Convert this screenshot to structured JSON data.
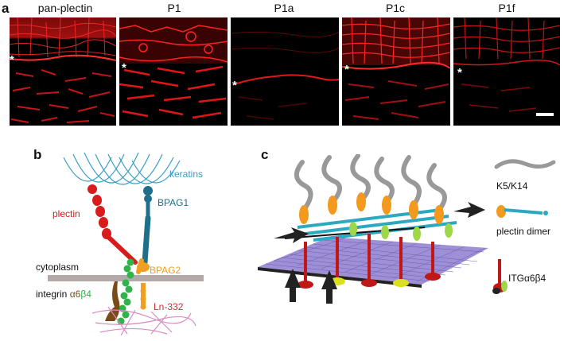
{
  "figure": {
    "panel_a": {
      "letter": "a",
      "columns": [
        "pan-plectin",
        "P1",
        "P1a",
        "P1c",
        "P1f"
      ],
      "marker": "*"
    },
    "panel_b": {
      "letter": "b",
      "labels": {
        "keratins": "keratins",
        "bpag1": "BPAG1",
        "plectin": "plectin",
        "cytoplasm": "cytoplasm",
        "bpag2": "BPAG2",
        "integrin_prefix": "integrin",
        "integrin_alpha": "α6",
        "integrin_beta": "β4",
        "ln332": "Ln-332"
      }
    },
    "panel_c": {
      "letter": "c",
      "labels": {
        "k5k14": "K5/K14",
        "plectin_dimer": "plectin dimer",
        "itg": "ITGα6β4"
      }
    },
    "colors": {
      "stain": "#e01010",
      "keratin": "#3a9ec4",
      "bpag1": "#1f6f8b",
      "plectin": "#d81b1b",
      "bpag2": "#f0a020",
      "integrin_green": "#2fb34a",
      "integrin_brown": "#7a4a18",
      "laminin": "#d98cc0",
      "membrane": "#b3a9a9",
      "dimer_rod": "#2aa9c0",
      "dimer_head": "#f39a1e",
      "grid_purple": "#9e8fd6"
    }
  }
}
